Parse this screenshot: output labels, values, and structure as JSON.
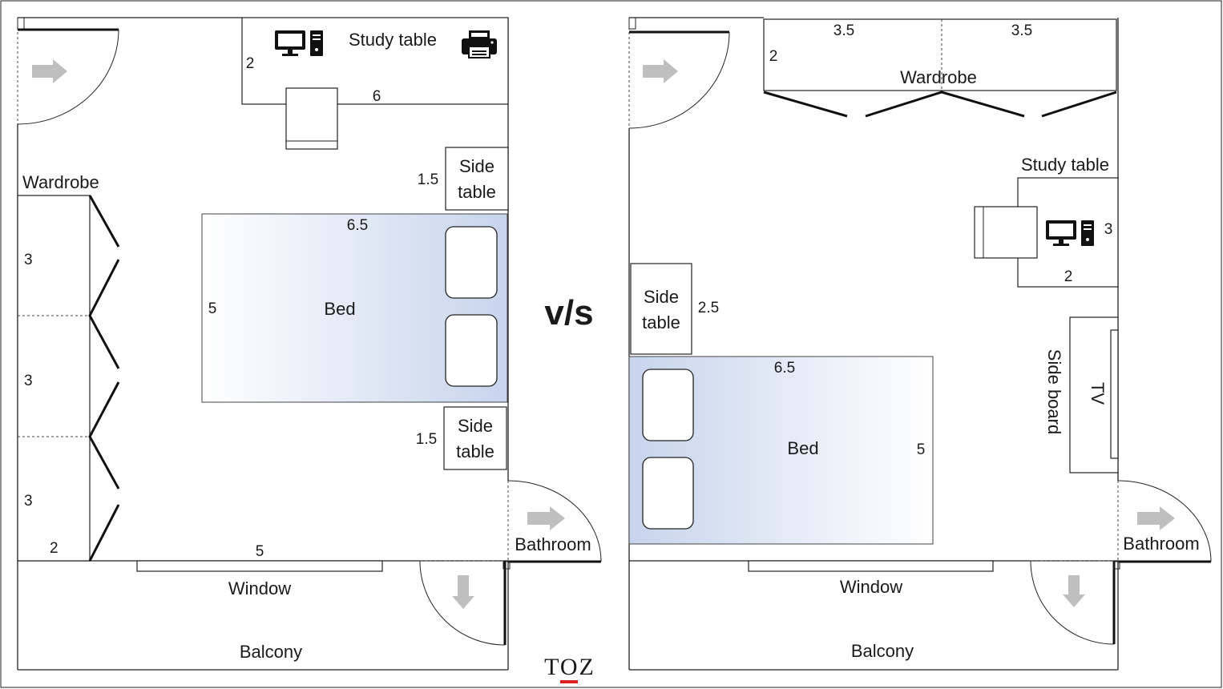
{
  "separator": "v/s",
  "logo": "TOZ",
  "colors": {
    "bed_light": "#ffffff",
    "bed_dark": "#c7d4ec",
    "logo_underline": "#e02020",
    "arrow": "#bfbfbf"
  },
  "left_plan": {
    "study_table": {
      "label": "Study table",
      "width": "6",
      "depth": "2",
      "icons": [
        "computer-icon",
        "printer-icon"
      ]
    },
    "wardrobe": {
      "label": "Wardrobe",
      "sections": [
        "3",
        "3",
        "3"
      ],
      "depth": "2"
    },
    "side_table_top": {
      "line1": "Side",
      "line2": "table",
      "dim": "1.5"
    },
    "side_table_bottom": {
      "line1": "Side",
      "line2": "table",
      "dim": "1.5"
    },
    "bed": {
      "label": "Bed",
      "length": "6.5",
      "width": "5"
    },
    "wall_dim": "5",
    "window": "Window",
    "balcony": "Balcony",
    "bathroom": "Bathroom"
  },
  "right_plan": {
    "wardrobe": {
      "label": "Wardrobe",
      "sections": [
        "3.5",
        "3.5"
      ],
      "depth": "2"
    },
    "study_table": {
      "label": "Study table",
      "width": "2",
      "depth": "3",
      "icons": [
        "computer-icon"
      ]
    },
    "side_table": {
      "line1": "Side",
      "line2": "table",
      "dim": "2.5"
    },
    "side_board": {
      "label": "Side board",
      "tv": "TV"
    },
    "bed": {
      "label": "Bed",
      "length": "6.5",
      "width": "5"
    },
    "window": "Window",
    "balcony": "Balcony",
    "bathroom": "Bathroom"
  }
}
